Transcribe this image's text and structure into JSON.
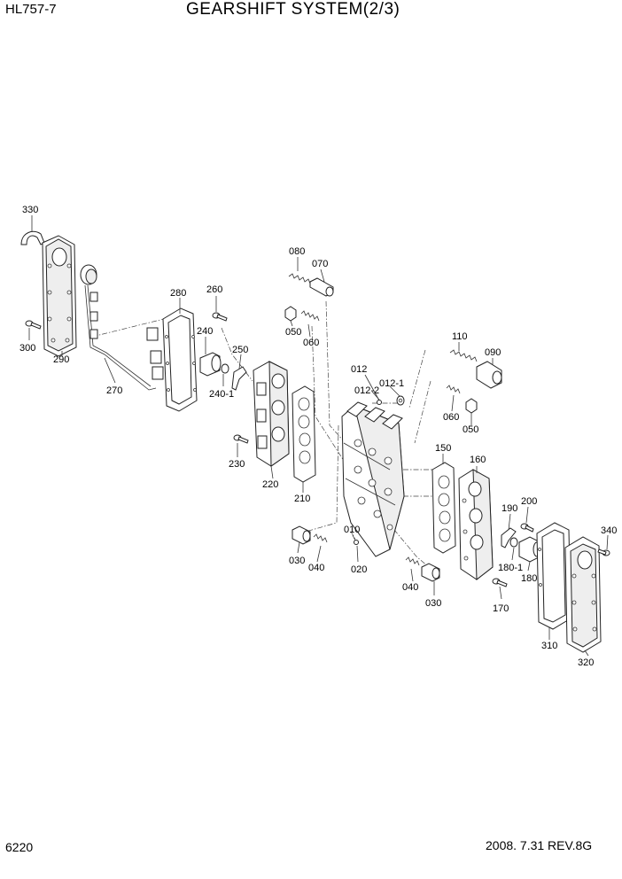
{
  "header": {
    "model": "HL757-7",
    "title": "GEARSHIFT SYSTEM(2/3)"
  },
  "footer": {
    "page_number": "6220",
    "revision": "2008. 7.31  REV.8G"
  },
  "part_labels": {
    "p330": "330",
    "p300": "300",
    "p290": "290",
    "p270": "270",
    "p280": "280",
    "p260": "260",
    "p240": "240",
    "p250": "250",
    "p240_1": "240-1",
    "p230": "230",
    "p220": "220",
    "p210": "210",
    "p080": "080",
    "p070": "070",
    "p050a": "050",
    "p060a": "060",
    "p012": "012",
    "p012_1": "012-1",
    "p012_2": "012-2",
    "p110": "110",
    "p090": "090",
    "p060b": "060",
    "p050b": "050",
    "p150": "150",
    "p160": "160",
    "p190": "190",
    "p200": "200",
    "p340": "340",
    "p010": "010",
    "p020": "020",
    "p030a": "030",
    "p040a": "040",
    "p040b": "040",
    "p030b": "030",
    "p180_1": "180-1",
    "p180": "180",
    "p170": "170",
    "p310": "310",
    "p320": "320"
  }
}
